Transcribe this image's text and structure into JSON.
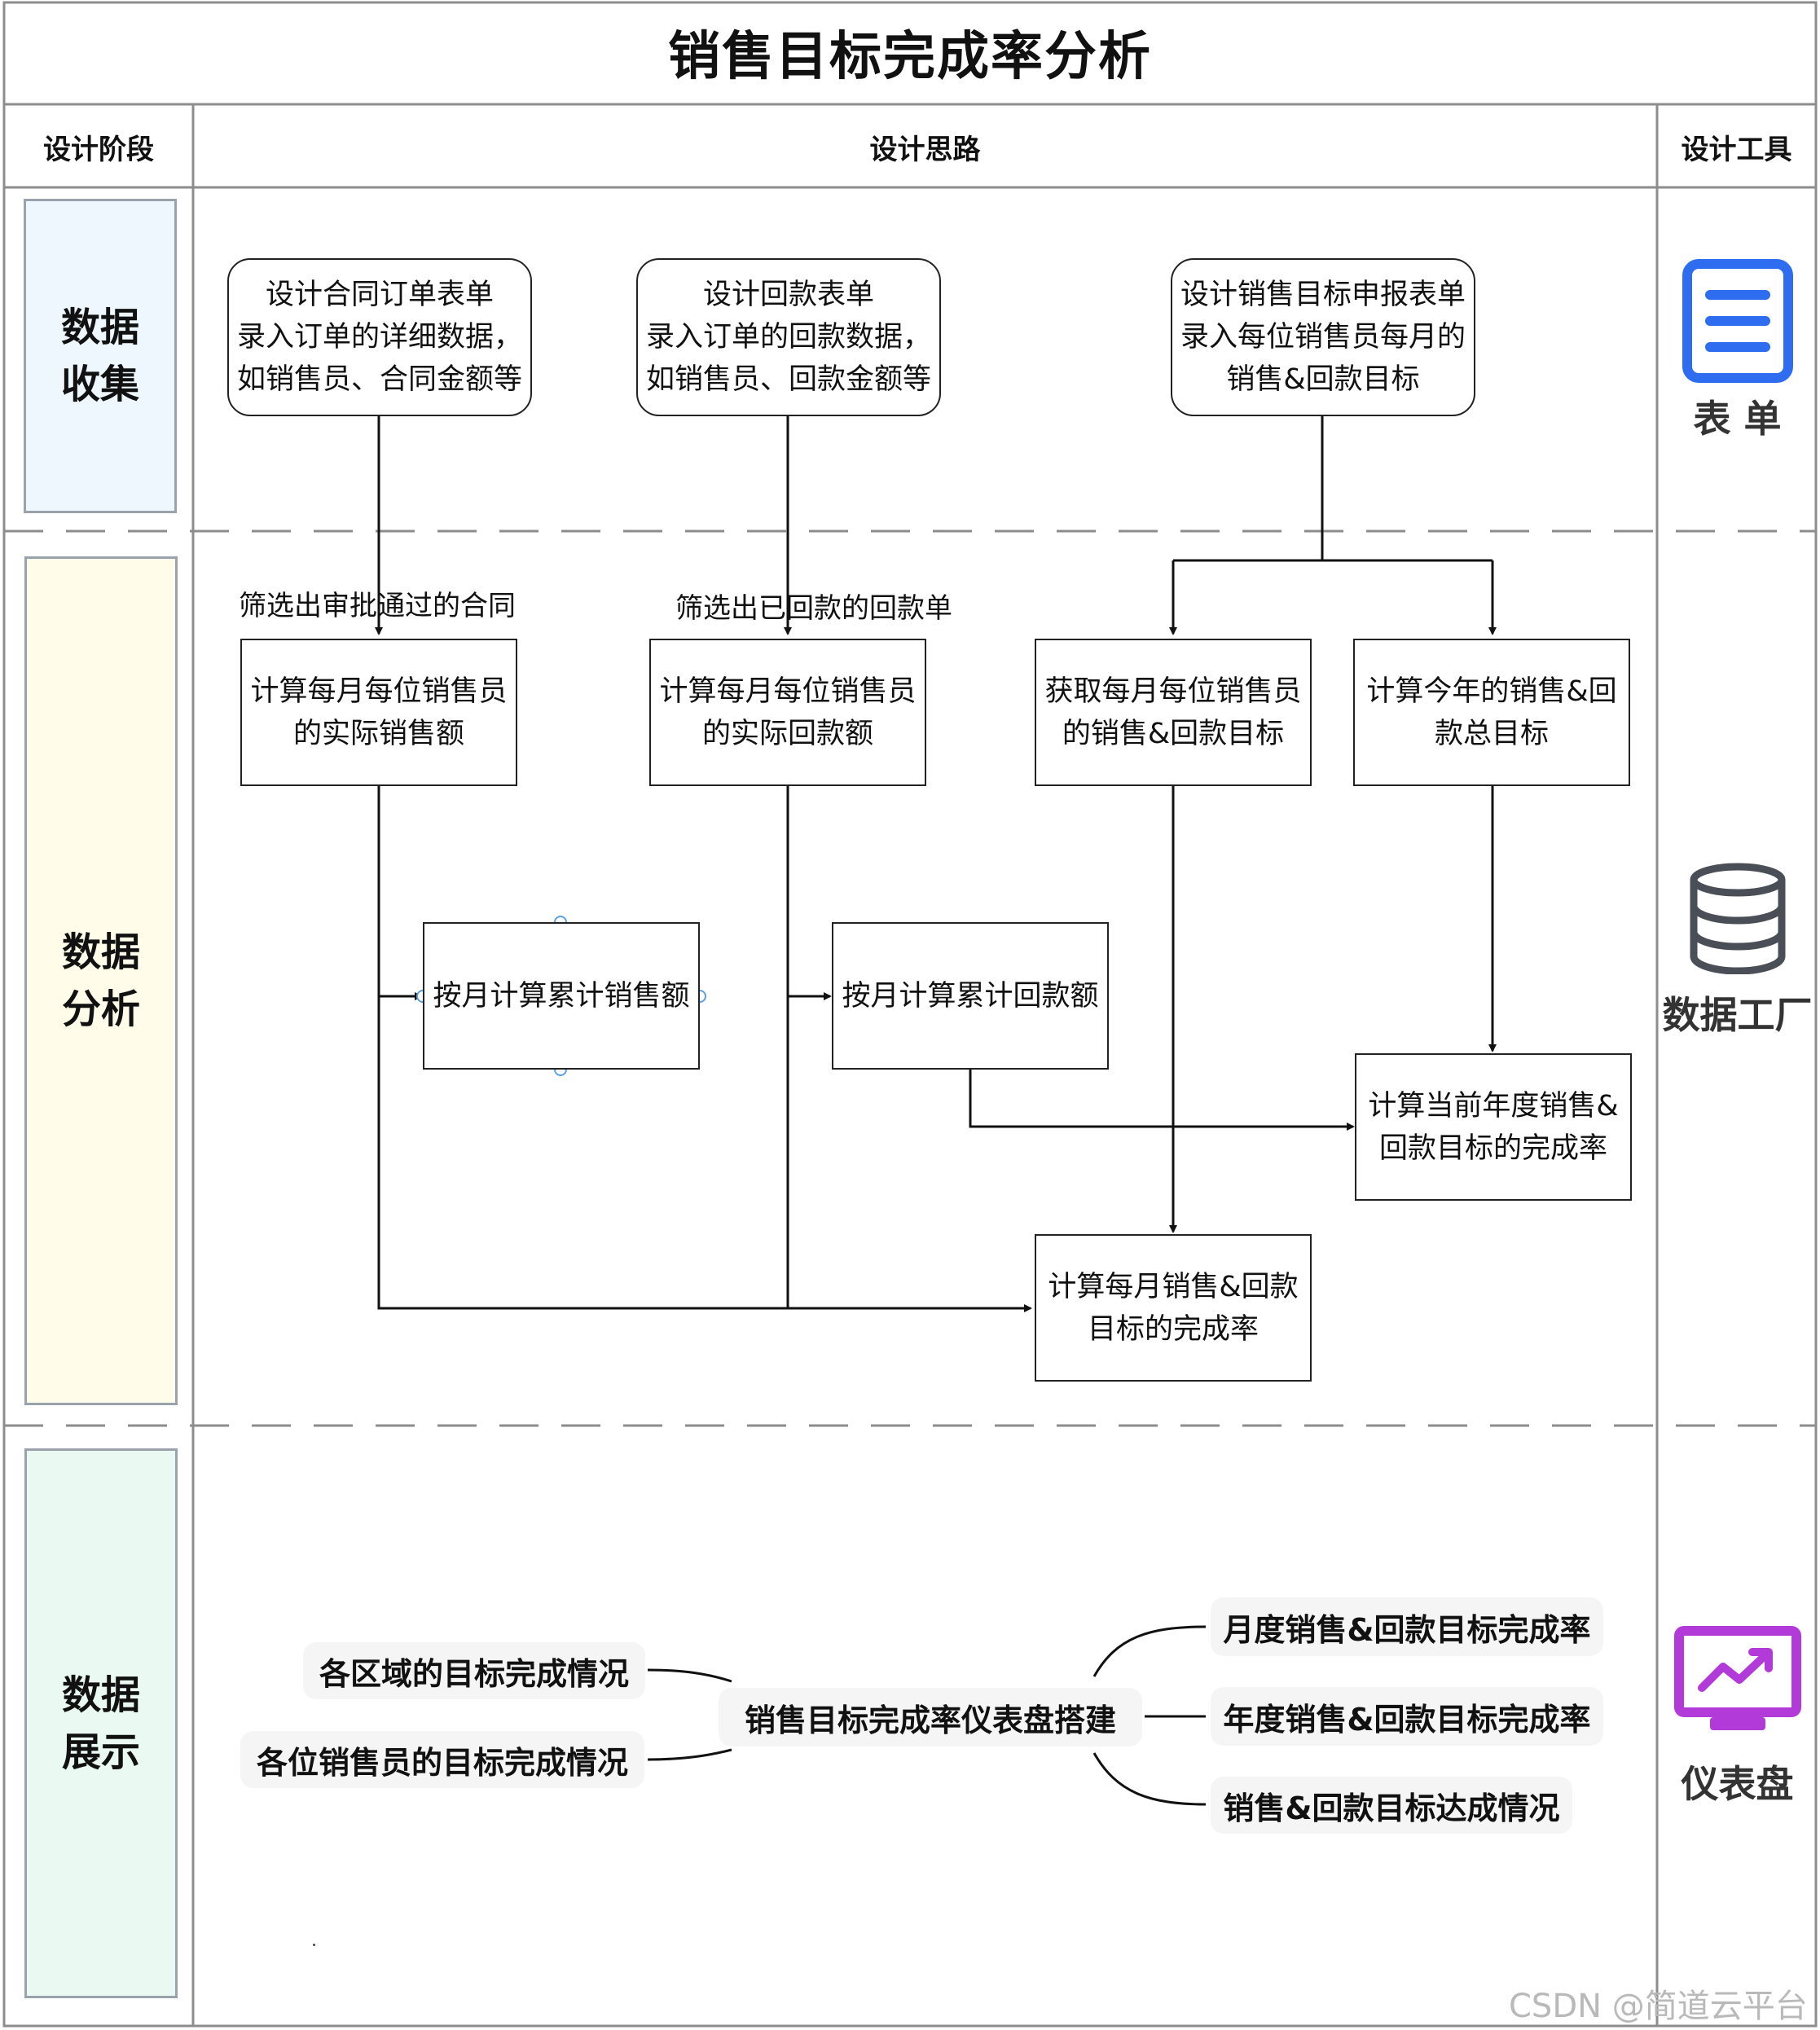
{
  "title": "销售目标完成率分析",
  "columns": {
    "stage": "设计阶段",
    "idea": "设计思路",
    "tool": "设计工具"
  },
  "stages": {
    "collect": "数据\n收集",
    "analyze": "数据\n分析",
    "display": "数据\n展示"
  },
  "collect_boxes": {
    "contract": "设计合同订单表单\n录入订单的详细数据，\n如销售员、合同金额等",
    "payment": "设计回款表单\n录入订单的回款数据，\n如销售员、回款金额等",
    "target": "设计销售目标申报表单\n录入每位销售员每月的\n销售&回款目标"
  },
  "filter_labels": {
    "contract": "筛选出审批通过的合同",
    "payment": "筛选出已回款的回款单"
  },
  "analysis_boxes": {
    "actual_sales": "计算每月每位销售员\n的实际销售额",
    "actual_payment": "计算每月每位销售员\n的实际回款额",
    "monthly_target": "获取每月每位销售员\n的销售&回款目标",
    "annual_target": "计算今年的销售&回\n款总目标",
    "cum_sales": "按月计算累计销售额",
    "cum_payment": "按月计算累计回款额",
    "annual_rate": "计算当前年度销售&\n回款目标的完成率",
    "monthly_rate": "计算每月销售&回款\n目标的完成率"
  },
  "mindmap": {
    "center": "销售目标完成率仪表盘搭建",
    "left": [
      "各区域的目标完成情况",
      "各位销售员的目标完成情况"
    ],
    "right": [
      "月度销售&回款目标完成率",
      "年度销售&回款目标完成率",
      "销售&回款目标达成情况"
    ]
  },
  "tools": {
    "form": {
      "label": "表 单",
      "icon": "form-document-icon",
      "color": "#2f6df0"
    },
    "factory": {
      "label": "数据工厂",
      "icon": "database-icon",
      "color": "#4a4f57"
    },
    "dashboard": {
      "label": "仪表盘",
      "icon": "dashboard-monitor-icon",
      "color": "#b23ad8"
    }
  },
  "stage_colors": {
    "collect": "#eef7fd",
    "analyze": "#fffcea",
    "display": "#eafaf3"
  },
  "watermark": "CSDN @简道云平台"
}
